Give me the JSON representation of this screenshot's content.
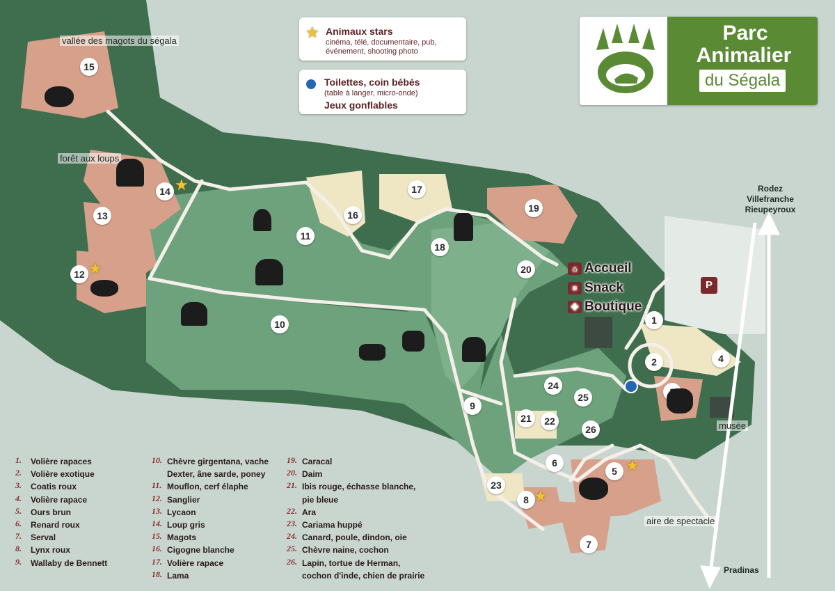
{
  "logo": {
    "line1": "Parc",
    "line2": "Animalier",
    "line3": "du Ségala",
    "icon": "bear-paw-icon",
    "brand_color": "#5b8a35"
  },
  "info_boxes": {
    "stars": {
      "title": "Animaux stars",
      "sub": "cinéma, télé, documentaire, pub, événement, shooting photo",
      "icon": "star-icon",
      "color": "#f1c232"
    },
    "toilets": {
      "title": "Toilettes, coin bébés",
      "sub": "(table à langer, micro-onde)",
      "title2": "Jeux gonflables",
      "icon": "toilet-dot-icon",
      "color": "#2368b0"
    }
  },
  "services": {
    "accueil": "Accueil",
    "snack": "Snack",
    "boutique": "Boutique"
  },
  "directions": {
    "north": "Rodez\nVillefranche\nRieupeyroux",
    "south": "Pradinas"
  },
  "map_labels": {
    "magots": "vallée des magots du ségala",
    "loups": "forêt aux loups",
    "musee": "musée",
    "spectacle": "aire de spectacle",
    "parking": "P"
  },
  "zones": [
    "1",
    "2",
    "3",
    "4",
    "5",
    "6",
    "7",
    "8",
    "9",
    "10",
    "11",
    "12",
    "13",
    "14",
    "15",
    "16",
    "17",
    "18",
    "19",
    "20",
    "21",
    "22",
    "23",
    "24",
    "25",
    "26"
  ],
  "legend": [
    {
      "n": "1.",
      "t": "Volière rapaces"
    },
    {
      "n": "2.",
      "t": "Volière exotique"
    },
    {
      "n": "3.",
      "t": "Coatis roux"
    },
    {
      "n": "4.",
      "t": "Volière rapace"
    },
    {
      "n": "5.",
      "t": "Ours brun"
    },
    {
      "n": "6.",
      "t": "Renard roux"
    },
    {
      "n": "7.",
      "t": "Serval"
    },
    {
      "n": "8.",
      "t": "Lynx roux"
    },
    {
      "n": "9.",
      "t": "Wallaby de Bennett"
    },
    {
      "n": "10.",
      "t": "Chèvre girgentana, vache\nDexter, âne sarde, poney"
    },
    {
      "n": "11.",
      "t": "Mouflon, cerf élaphe"
    },
    {
      "n": "12.",
      "t": "Sanglier"
    },
    {
      "n": "13.",
      "t": "Lycaon"
    },
    {
      "n": "14.",
      "t": "Loup gris"
    },
    {
      "n": "15.",
      "t": "Magots"
    },
    {
      "n": "16.",
      "t": "Cigogne blanche"
    },
    {
      "n": "17.",
      "t": "Volière rapace"
    },
    {
      "n": "18.",
      "t": "Lama"
    },
    {
      "n": "19.",
      "t": "Caracal"
    },
    {
      "n": "20.",
      "t": "Daim"
    },
    {
      "n": "21.",
      "t": "Ibis rouge, échasse blanche,\npie bleue"
    },
    {
      "n": "22.",
      "t": "Ara"
    },
    {
      "n": "23.",
      "t": "Cariama huppé"
    },
    {
      "n": "24.",
      "t": "Canard, poule, dindon, oie"
    },
    {
      "n": "25.",
      "t": "Chèvre naine, cochon"
    },
    {
      "n": "26.",
      "t": "Lapin, tortue de Herman,\ncochon d'inde, chien de prairie"
    }
  ]
}
